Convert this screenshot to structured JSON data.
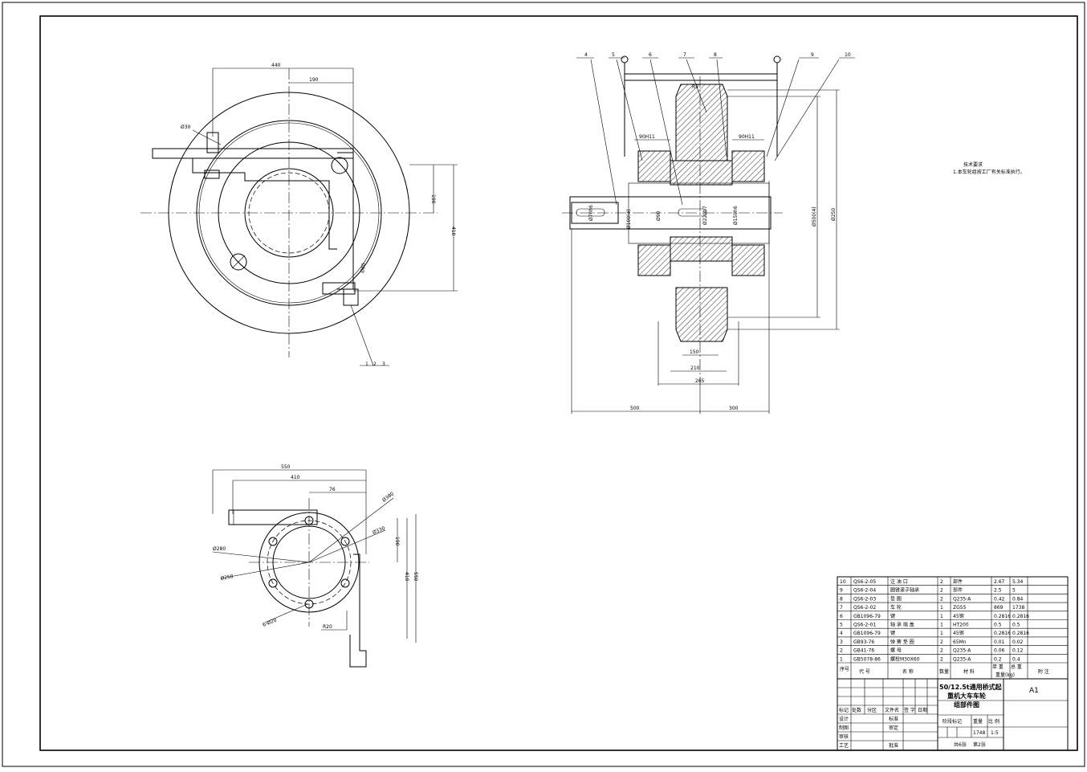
{
  "drawing": {
    "title_lines": [
      "50/12.5t通用桥式起",
      "重机大车车轮",
      "组部件图"
    ],
    "sheet_size": "A1",
    "weight": "1748",
    "scale": "1:5",
    "sheets": "共6张",
    "sheet_no": "第2张"
  },
  "tech_req": {
    "heading": "技术要求",
    "line1": "1.本车轮组按工厂有关标准执行。"
  },
  "view_top": {
    "dims": {
      "d440": "440",
      "d190": "190",
      "d30": "Ø30",
      "d190v": "190",
      "d410": "410",
      "d80": "Ø80"
    },
    "balloons": [
      "1",
      "2",
      "3"
    ]
  },
  "view_side": {
    "dims": {
      "d500": "500",
      "d300": "300",
      "d265": "265",
      "d210": "210",
      "d150": "150",
      "r5": "R5",
      "fit1": "90H11",
      "fit2": "90H11",
      "phi_shaft": "Ø70h6",
      "phi_bore": "Ø90",
      "phi_wheel": "Ø220h7",
      "phi_in": "Ø150h6",
      "phi_flange": "Ø100(4)",
      "phi500": "Ø500(4)",
      "phi250": "Ø250"
    },
    "balloons": [
      "4",
      "5",
      "6",
      "7",
      "8",
      "9",
      "10"
    ]
  },
  "view_bottom": {
    "dims": {
      "d550": "550",
      "d410": "410",
      "d76": "76",
      "d190": "190",
      "d410v": "410",
      "d550v": "550",
      "phi380": "Ø380",
      "phi330": "Ø330",
      "phi280": "Ø280",
      "phi250": "Ø250",
      "holes": "6-Ø20",
      "r20": "R20"
    }
  },
  "bom": {
    "rows": [
      {
        "no": "10",
        "code": "QS6-2-05",
        "name": "注 油 口",
        "qty": "2",
        "mat": "部件",
        "w1": "2.67",
        "w2": "5.34",
        "note": ""
      },
      {
        "no": "9",
        "code": "QS6-2-04",
        "name": "圆锥滚子轴承",
        "qty": "2",
        "mat": "部件",
        "w1": "2.5",
        "w2": "5",
        "note": ""
      },
      {
        "no": "8",
        "code": "QS6-2-03",
        "name": "垫 圈",
        "qty": "2",
        "mat": "Q235-A",
        "w1": "0.42",
        "w2": "0.84",
        "note": ""
      },
      {
        "no": "7",
        "code": "QS6-2-02",
        "name": "车 轮",
        "qty": "1",
        "mat": "ZG55",
        "w1": "869",
        "w2": "1738",
        "note": ""
      },
      {
        "no": "6",
        "code": "GB1096-79",
        "name": "键",
        "qty": "1",
        "mat": "45钢",
        "w1": "0.2816",
        "w2": "0.2816",
        "note": ""
      },
      {
        "no": "5",
        "code": "QS6-2-01",
        "name": "轴 承 端 盖",
        "qty": "1",
        "mat": "HT200",
        "w1": "0.5",
        "w2": "0.5",
        "note": ""
      },
      {
        "no": "4",
        "code": "GB1096-79",
        "name": "键",
        "qty": "1",
        "mat": "45钢",
        "w1": "0.2816",
        "w2": "0.2816",
        "note": ""
      },
      {
        "no": "3",
        "code": "GB93-76",
        "name": "弹 簧 垫 圈",
        "qty": "2",
        "mat": "65Mn",
        "w1": "0.01",
        "w2": "0.02",
        "note": ""
      },
      {
        "no": "2",
        "code": "GB41-76",
        "name": "螺 母",
        "qty": "2",
        "mat": "Q235-A",
        "w1": "0.06",
        "w2": "0.12",
        "note": ""
      },
      {
        "no": "1",
        "code": "GB5078-86",
        "name": "螺栓M30X60",
        "qty": "2",
        "mat": "Q235-A",
        "w1": "0.2",
        "w2": "0.4",
        "note": ""
      }
    ],
    "header": {
      "no": "序号",
      "code": "代 号",
      "name": "名 称",
      "qty": "数量",
      "mat": "材 料",
      "w1": "单 重",
      "w2": "总 重",
      "wunit": "重量(kg)",
      "note": "附 注"
    }
  },
  "titleblock": {
    "labels": {
      "mark": "标记",
      "count": "处数",
      "zone": "分区",
      "docno": "文件名",
      "sign": "签 字",
      "date": "日期",
      "design": "设计",
      "std": "标准",
      "draw": "制图",
      "review": "审定",
      "check": "审核",
      "process": "工艺",
      "approve": "批准",
      "stage": "阶段标记",
      "weight": "重量",
      "scale": "比 例"
    }
  }
}
